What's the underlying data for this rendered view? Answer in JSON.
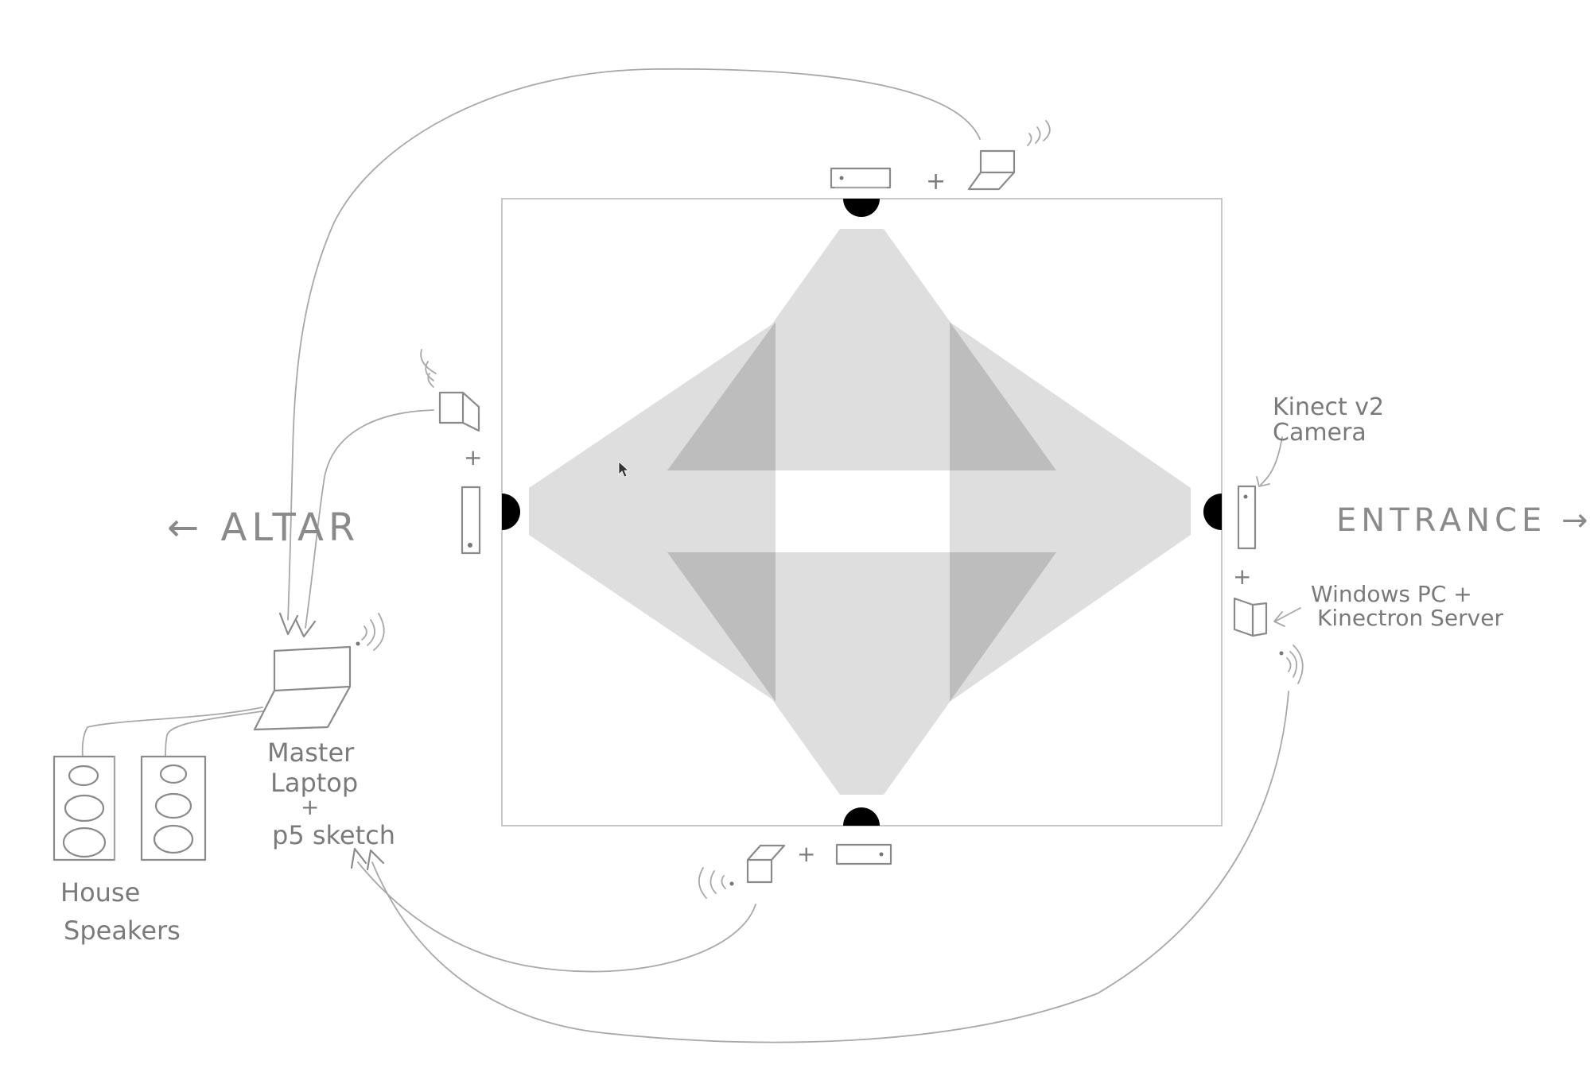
{
  "labels": {
    "altar": "← ALTAR",
    "entrance": "ENTRANCE →",
    "kinect_line1": "Kinect v2",
    "kinect_line2": "Camera",
    "windows_line1": "Windows PC +",
    "windows_line2": "Kinectron Server",
    "master_line1": "Master",
    "master_line2": "Laptop",
    "master_line3": "+",
    "master_line4": "p5 sketch",
    "speakers_line1": "House",
    "speakers_line2": "Speakers",
    "plus": "+"
  },
  "colors": {
    "pencil": "#8a8a8a",
    "room_border": "#b5b5b5",
    "field_light": "#dedede",
    "field_dark": "#bdbdbd",
    "sensor": "#000000"
  }
}
